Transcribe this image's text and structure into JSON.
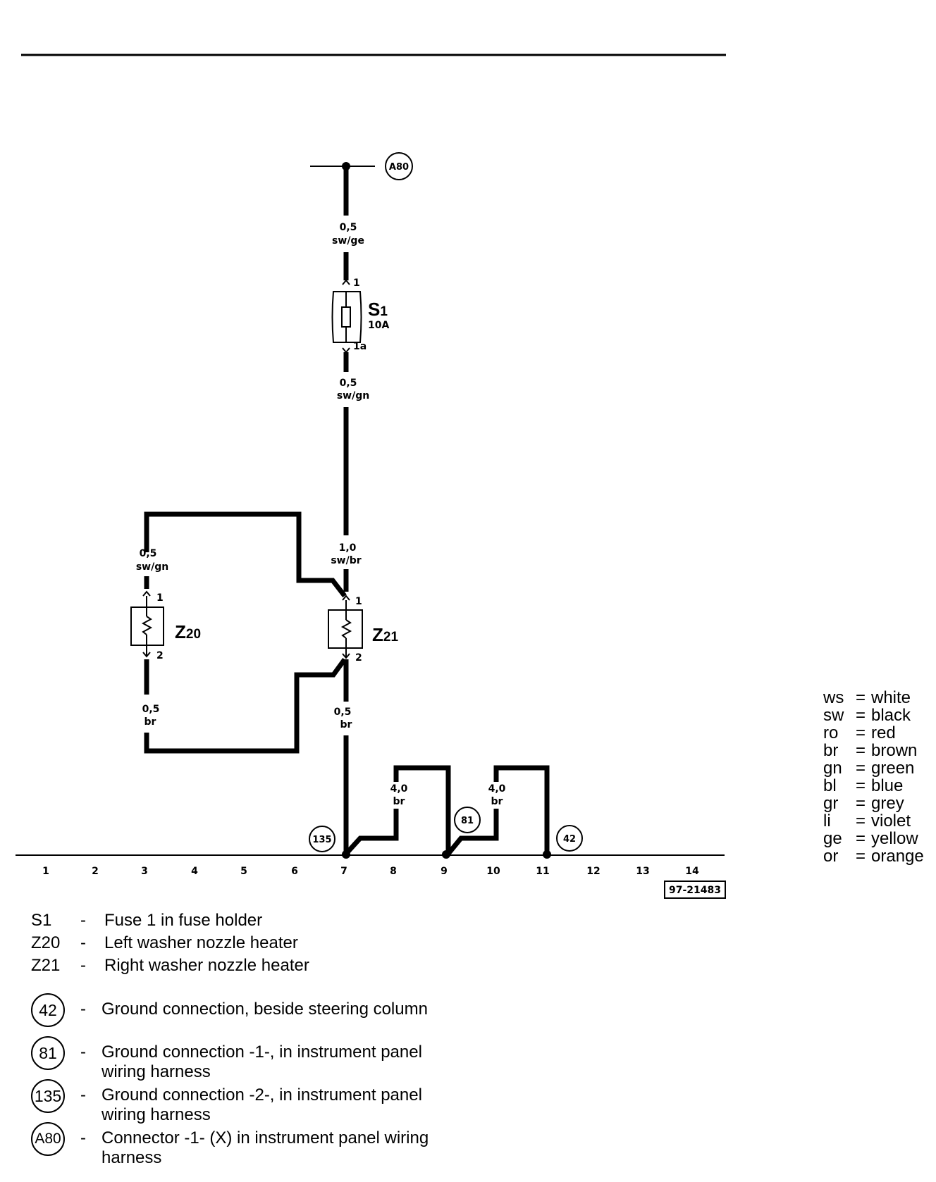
{
  "diagram": {
    "connector_top": "A80",
    "wires": [
      {
        "size": "0,5",
        "color": "sw/ge"
      },
      {
        "size": "0,5",
        "color": "sw/gn"
      },
      {
        "size": "1,0",
        "color": "sw/br"
      },
      {
        "size": "0,5",
        "color": "sw/gn"
      },
      {
        "size": "0,5",
        "color": "br"
      },
      {
        "size": "0,5",
        "color": "br"
      },
      {
        "size": "4,0",
        "color": "br"
      },
      {
        "size": "4,0",
        "color": "br"
      }
    ],
    "fuse": {
      "label": "S",
      "sub": "1",
      "rating": "10A",
      "pin_top": "1",
      "pin_bottom": "1a"
    },
    "heater_left": {
      "label": "Z",
      "sub": "20",
      "pin_top": "1",
      "pin_bottom": "2"
    },
    "heater_right": {
      "label": "Z",
      "sub": "21",
      "pin_top": "1",
      "pin_bottom": "2"
    },
    "grounds": [
      "135",
      "81",
      "42"
    ],
    "grid_numbers": [
      "1",
      "2",
      "3",
      "4",
      "5",
      "6",
      "7",
      "8",
      "9",
      "10",
      "11",
      "12",
      "13",
      "14"
    ],
    "reference": "97-21483"
  },
  "color_codes": [
    {
      "code": "ws",
      "name": "white"
    },
    {
      "code": "sw",
      "name": "black"
    },
    {
      "code": "ro",
      "name": "red"
    },
    {
      "code": "br",
      "name": "brown"
    },
    {
      "code": "gn",
      "name": "green"
    },
    {
      "code": "bl",
      "name": "blue"
    },
    {
      "code": "gr",
      "name": "grey"
    },
    {
      "code": "li",
      "name": "violet"
    },
    {
      "code": "ge",
      "name": "yellow"
    },
    {
      "code": "or",
      "name": "orange"
    }
  ],
  "legend": {
    "components": [
      {
        "symbol": "S1",
        "desc": "Fuse 1 in fuse holder"
      },
      {
        "symbol": "Z20",
        "desc": "Left washer nozzle heater"
      },
      {
        "symbol": "Z21",
        "desc": "Right washer nozzle heater"
      }
    ],
    "connections": [
      {
        "symbol": "42",
        "desc": "Ground connection, beside steering column"
      },
      {
        "symbol": "81",
        "desc": "Ground connection -1-, in instrument panel wiring harness"
      },
      {
        "symbol": "135",
        "desc": "Ground connection -2-, in instrument panel wiring harness"
      },
      {
        "symbol": "A80",
        "desc": "Connector -1- (X) in instrument panel wiring harness"
      }
    ],
    "dash": "-"
  }
}
